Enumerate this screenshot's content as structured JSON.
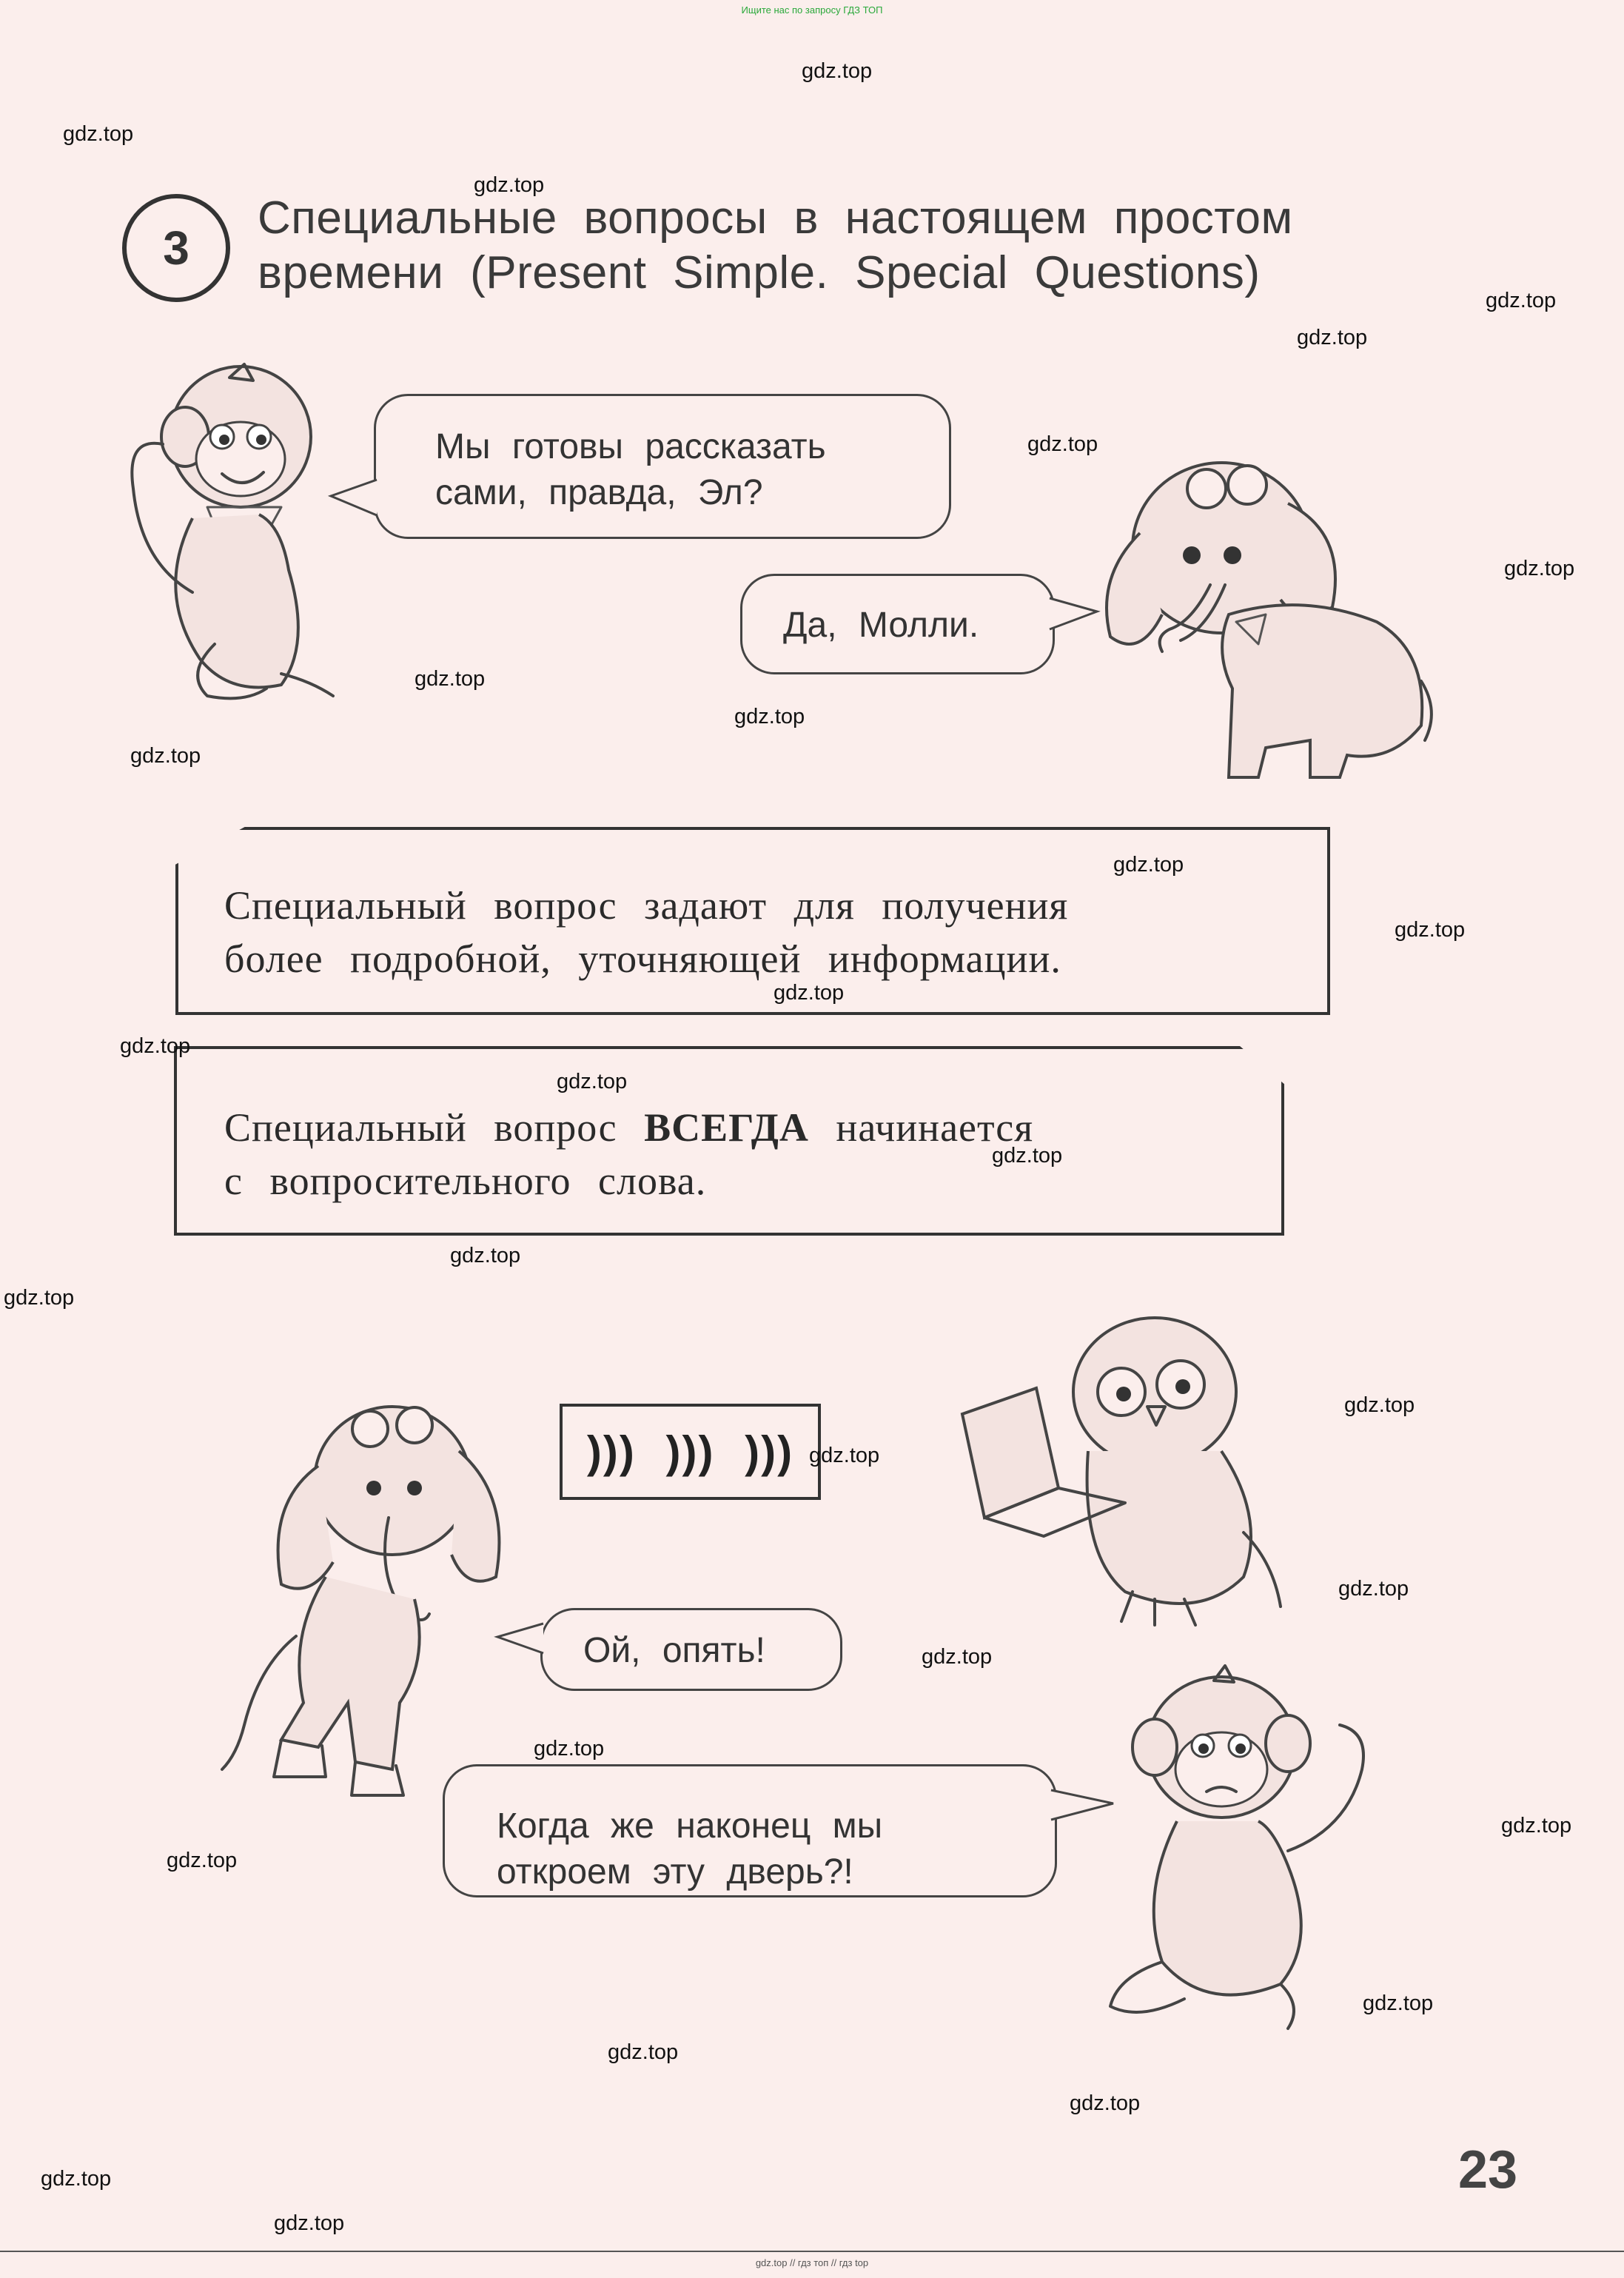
{
  "banner_top": "Ищите нас по запросу ГДЗ ТОП",
  "banner_bottom": "gdz.top // гдз топ // гдз top",
  "exercise": {
    "number": "3",
    "title_line1": "Специальные вопросы в настоящем простом",
    "title_line2": "времени (Present Simple. Special Questions)"
  },
  "dialogue_top": {
    "molly_line1": "Мы готовы рассказать",
    "molly_line2": "сами, правда, Эл?",
    "el_reply": "Да, Молли."
  },
  "rules": {
    "rule1_line1": "Специальный вопрос задают для получения",
    "rule1_line2": "более подробной, уточняющей информации.",
    "rule2_line1_before": "Специальный вопрос",
    "rule2_emphasis": "ВСЕГДА",
    "rule2_line1_after": "начинается",
    "rule2_line2": "с вопросительного слова."
  },
  "sound_effect": "))) ))) )))",
  "dialogue_bottom": {
    "el_line": "Ой, опять!",
    "molly_line1": "Когда же наконец мы",
    "molly_line2": "откроем эту дверь?!"
  },
  "page_number": "23",
  "watermark_text": "gdz.top",
  "illustrations": {
    "top_left": "monkey-molly-icon",
    "top_right": "elephant-el-icon",
    "bottom_left": "elephant-el-standing-icon",
    "bottom_right_owl": "owl-with-laptop-icon",
    "bottom_right_monkey": "monkey-sitting-icon"
  }
}
